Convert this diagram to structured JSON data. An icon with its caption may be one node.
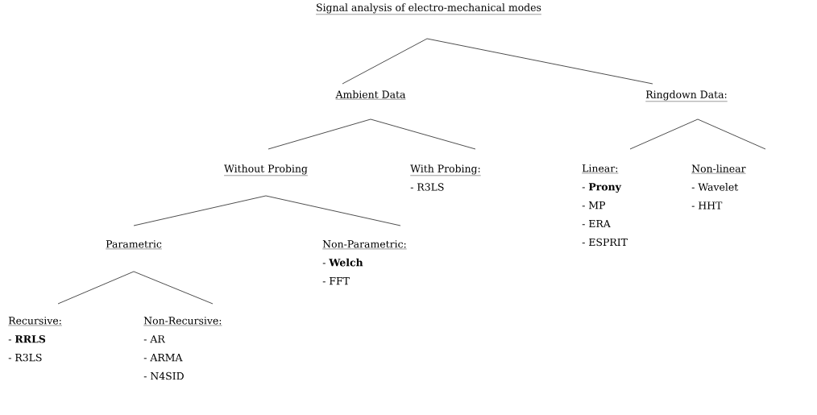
{
  "diagram": {
    "nodes": [
      {
        "text": [
          "Signal analysis of electro-mechanical modes"
        ]
      },
      {
        "text": [
          "Ambient Data"
        ]
      },
      {
        "text": [
          "Ringdown Data:"
        ]
      },
      {
        "text": [
          "Without Probing"
        ]
      },
      {
        "text": [
          "With Probing:",
          "- R3LS"
        ]
      },
      {
        "text": [
          "Linear:",
          "- **Prony**",
          "- MP",
          "- ERA",
          "- ESPRIT"
        ]
      },
      {
        "text": [
          "Non-linear",
          "- Wavelet",
          "- HHT"
        ]
      },
      {
        "text": [
          "Parametric"
        ]
      },
      {
        "text": [
          "Non-Parametric:",
          "- **Welch**",
          "- FFT"
        ]
      },
      {
        "text": [
          "Recursive:",
          "- **RRLS**",
          "- R3LS"
        ]
      },
      {
        "text": [
          "Non-Recursive:",
          "- AR",
          "- ARMA",
          "- N4SID"
        ]
      }
    ],
    "edges": [
      {
        "from": 0,
        "to": 1,
        "arrow": "none"
      },
      {
        "from": 0,
        "to": 2,
        "arrow": "none"
      },
      {
        "from": 1,
        "to": 3,
        "arrow": "none"
      },
      {
        "from": 1,
        "to": 4,
        "arrow": "none"
      },
      {
        "from": 2,
        "to": 5,
        "arrow": "none"
      },
      {
        "from": 2,
        "to": 6,
        "arrow": "none"
      },
      {
        "from": 3,
        "to": 7,
        "arrow": "none"
      },
      {
        "from": 3,
        "to": 8,
        "arrow": "none"
      },
      {
        "from": 7,
        "to": 9,
        "arrow": "none"
      },
      {
        "from": 7,
        "to": 10,
        "arrow": "none"
      }
    ]
  }
}
